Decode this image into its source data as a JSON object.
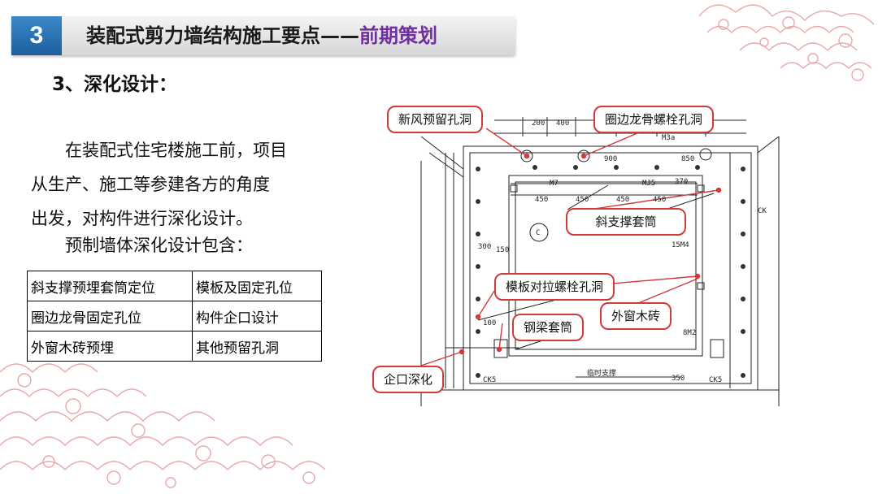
{
  "header": {
    "badge": "3",
    "title_main": "装配式剪力墙结构施工要点——",
    "title_accent": "前期策划",
    "accent_color": "#7030a0",
    "badge_color": "#2b74b8"
  },
  "section": {
    "title": "3、深化设计："
  },
  "body": {
    "line1": "在装配式住宅楼施工前，项目",
    "line2": "从生产、施工等参建各方的角度",
    "line3": "出发，对构件进行深化设计。",
    "subhead": "预制墙体深化设计包含："
  },
  "table": {
    "rows": [
      [
        "斜支撑预埋套筒定位",
        "模板及固定孔位"
      ],
      [
        "圈边龙骨固定孔位",
        "构件企口设计"
      ],
      [
        "外窗木砖预埋",
        "其他预留孔洞"
      ]
    ]
  },
  "drawing": {
    "callouts": {
      "fresh_air": "新风预留孔洞",
      "keel_bolt": "圈边龙骨螺栓孔洞",
      "diagonal_sleeve": "斜支撑套筒",
      "formwork_bolt": "模板对拉螺栓孔洞",
      "window_brick": "外窗木砖",
      "beam_sleeve": "钢梁套筒",
      "tongue_groove": "企口深化"
    },
    "dims": {
      "d200": "200",
      "d400": "400",
      "d900": "900",
      "d850": "850",
      "d450a": "450",
      "d450b": "450",
      "d450c": "450",
      "d450d": "450",
      "d370": "370",
      "d150": "150",
      "d300": "300",
      "d100": "100",
      "d350": "350"
    },
    "labels": {
      "m3a": "M3a",
      "mj5": "MJ5",
      "m7": "M7",
      "tm4": "15M4",
      "ck1": "CK5",
      "ck2": "CK5",
      "ck3": "CK",
      "c_mark": "C",
      "temp_support": "临时支撑",
      "m2": "8M2"
    },
    "callout_color": "#d23a3a"
  }
}
